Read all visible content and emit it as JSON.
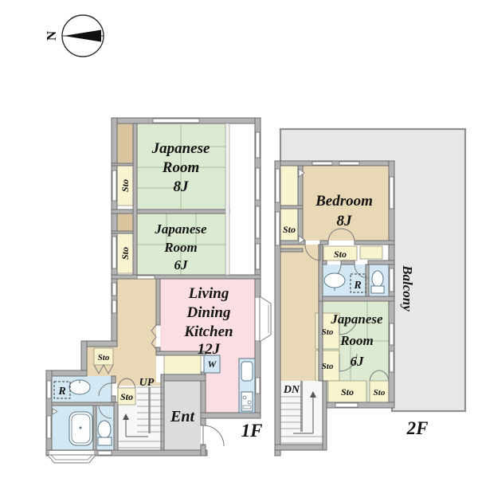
{
  "compass": {
    "north": "N"
  },
  "labels": {
    "storage": "Sto"
  },
  "floor1": {
    "floor_label": "1F",
    "japanese_room_8j": {
      "l1": "Japanese",
      "l2": "Room",
      "l3": "8J"
    },
    "japanese_room_6j": {
      "l1": "Japanese",
      "l2": "Room",
      "l3": "6J"
    },
    "living_dining_kitchen": {
      "l1": "Living",
      "l2": "Dining",
      "l3": "Kitchen",
      "l4": "12J"
    },
    "entrance": "Ent",
    "stairs_up": "UP",
    "washer": "W",
    "refrigerator": "R"
  },
  "floor2": {
    "floor_label": "2F",
    "bedroom": {
      "l1": "Bedroom",
      "l2": "8J"
    },
    "japanese_room_6j": {
      "l1": "Japanese",
      "l2": "Room",
      "l3": "6J"
    },
    "balcony": "Balcony",
    "stairs_down": "DN",
    "refrigerator": "R"
  },
  "colors": {
    "tatami_green": "#dcead2",
    "wood_tan": "#e8d8b6",
    "closet_tan": "#d9c49e",
    "storage_cream": "#f8f4d0",
    "ldk_pink": "#fbdee1",
    "wet_area_blue": "#d3e8f2",
    "wall_gray": "#b4b4b4",
    "balcony_gray": "#e7e7e7"
  }
}
